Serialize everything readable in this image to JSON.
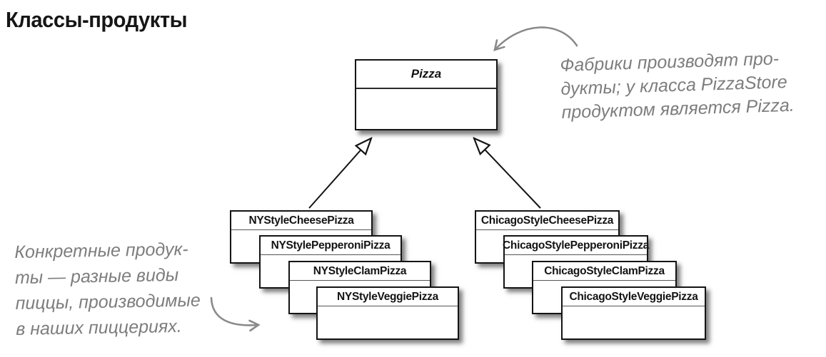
{
  "title": "Классы-продукты",
  "uml": {
    "superclass": "Pizza",
    "ny_classes": [
      "NYStyleCheesePizza",
      "NYStylePepperoniPizza",
      "NYStyleClamPizza",
      "NYStyleVeggiePizza"
    ],
    "chicago_classes": [
      "ChicagoStyleCheesePizza",
      "ChicagoStylePepperoniPizza",
      "ChicagoStyleClamPizza",
      "ChicagoStyleVeggiePizza"
    ]
  },
  "annotations": {
    "factory_note": {
      "lines": [
        "Фабрики производят про-",
        "дукты; у класса PizzaStore",
        "продуктом является Pizza."
      ]
    },
    "products_note": {
      "lines": [
        "Конкретные продук-",
        "ты — разные виды",
        "пиццы, производимые",
        "в наших пиццериях."
      ]
    }
  },
  "colors": {
    "ink": "#141414",
    "annotation_gray": "#7d7d7d",
    "arrow_gray": "#8a8a8a"
  }
}
